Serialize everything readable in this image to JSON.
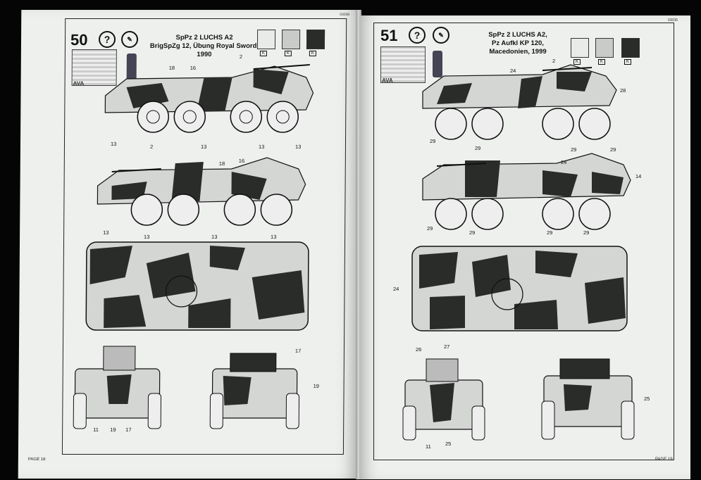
{
  "left_page": {
    "code": "03036",
    "step_number": "50",
    "icon_glyph": "?",
    "title_lines": [
      "SpPz 2 LUCHS A2",
      "BrigSpZg 12, Übung Royal Sword,",
      "1990"
    ],
    "decal_label": "AVA",
    "swatches": [
      {
        "color": "#e9ebe9",
        "code": "K"
      },
      {
        "color": "#c9cbc9",
        "code": "K"
      },
      {
        "color": "#2a2c2a",
        "code": "K"
      }
    ],
    "callouts": [
      "18",
      "16",
      "2",
      "13",
      "13",
      "13",
      "13",
      "2",
      "18",
      "16",
      "13",
      "13",
      "13",
      "13",
      "17",
      "19",
      "11",
      "19",
      "17"
    ],
    "page_number": "PAGE 18"
  },
  "right_page": {
    "code": "03036",
    "step_number": "51",
    "icon_glyph": "?",
    "title_lines": [
      "SpPz 2 LUCHS A2,",
      "Pz Aufkl KP 120,",
      "Macedonien, 1999"
    ],
    "decal_label": "AVA",
    "swatches": [
      {
        "color": "#e9ebe9",
        "code": "K"
      },
      {
        "color": "#c9cbc9",
        "code": "K"
      },
      {
        "color": "#2a2c2a",
        "code": "K"
      }
    ],
    "callouts": [
      "2",
      "24",
      "28",
      "29",
      "29",
      "29",
      "29",
      "24",
      "14",
      "29",
      "29",
      "29",
      "29",
      "24",
      "26",
      "27",
      "25",
      "11",
      "25"
    ],
    "page_number": "PAGE 19"
  },
  "colors": {
    "background": "#050505",
    "paper": "#eef0ee",
    "ink": "#111111",
    "camo_dark": "#2a2c2a",
    "camo_mid": "#9ea09e"
  }
}
